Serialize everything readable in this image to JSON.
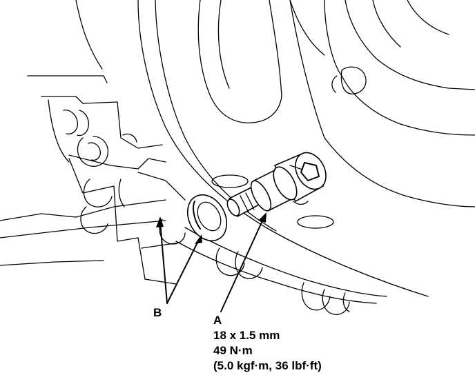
{
  "labels": {
    "b": "B",
    "a": "A"
  },
  "spec": {
    "size": "18 x 1.5 mm",
    "torque_nm": "49 N·m",
    "torque_alt": "(5.0 kgf·m, 36 lbf·ft)"
  },
  "colors": {
    "ink": "#000000",
    "paper": "#ffffff"
  }
}
